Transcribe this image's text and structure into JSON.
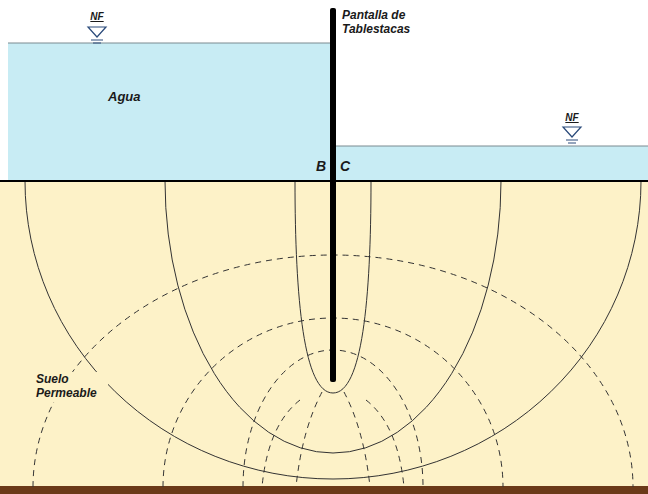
{
  "diagram": {
    "labels": [
      "NF",
      "Pantalla de Tablestacas",
      "Agua",
      "NF",
      "B",
      "C",
      "Suelo Permeable"
    ]
  }
}
